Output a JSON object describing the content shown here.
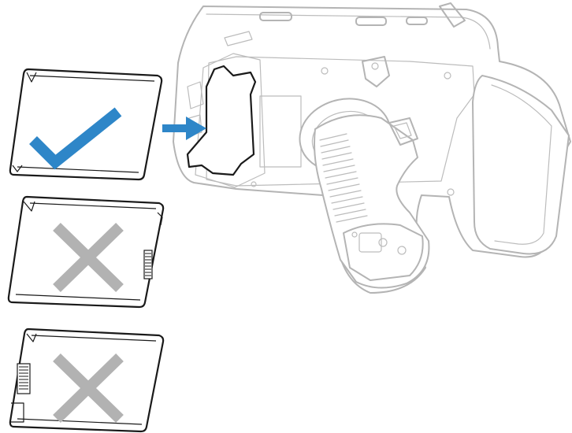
{
  "figure": {
    "description_icons": {
      "device": "rugged-handheld-with-pistol-grip-icon",
      "insert_arrow": "arrow-right-icon",
      "correct_mark": "check-mark-icon",
      "incorrect_mark": "x-mark-icon"
    },
    "batteries": [
      {
        "orientation": "correct",
        "mark": "check"
      },
      {
        "orientation": "incorrect",
        "mark": "cross"
      },
      {
        "orientation": "incorrect",
        "mark": "cross"
      }
    ]
  },
  "colors": {
    "device_line": "#b4b4b4",
    "battery_line": "#1a1a1a",
    "arrow": "#2e86c8",
    "check": "#2e86c8",
    "cross": "#b2b2b2"
  }
}
